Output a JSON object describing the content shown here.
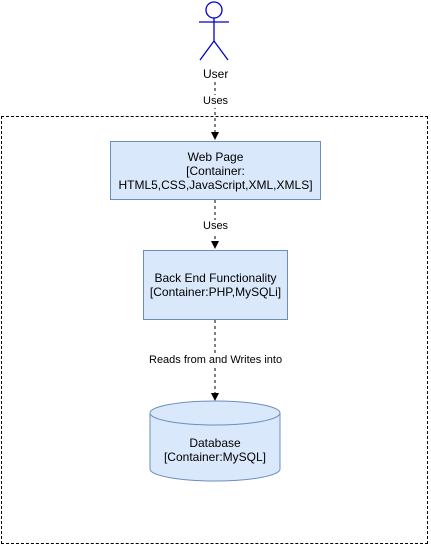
{
  "actor": {
    "label": "User"
  },
  "edges": {
    "user_to_web": "Uses",
    "web_to_backend": "Uses",
    "backend_to_db": "Reads from and Writes into"
  },
  "web_page": {
    "name": "Web Page",
    "line2": "[Container:",
    "line3": "HTML5,CSS,JavaScript,XML,XMLS]"
  },
  "backend": {
    "name": "Back End Functionality",
    "tech": "[Container:PHP,MySQLi]"
  },
  "database": {
    "name": "Database",
    "tech": "[Container:MySQL]"
  },
  "colors": {
    "box_fill": "#dae8fc",
    "box_stroke": "#6c8ebf",
    "actor_stroke": "#0000cc"
  }
}
